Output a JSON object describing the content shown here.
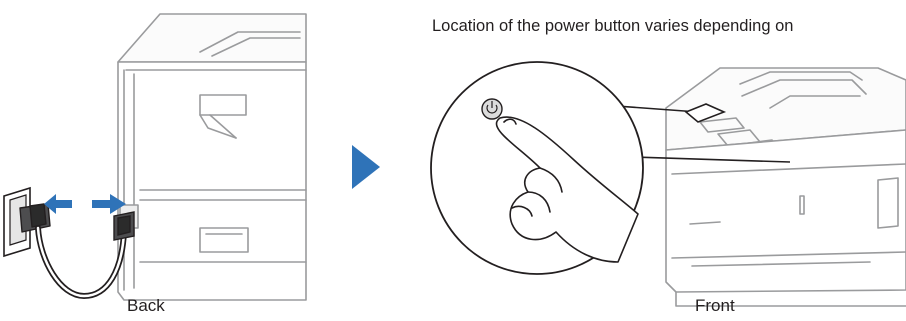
{
  "header_note": "Location of the power button varies depending on",
  "labels": {
    "back": "Back",
    "front": "Front"
  },
  "colors": {
    "arrow_blue": "#2f73b8",
    "line_gray": "#9a9b9d",
    "outline_dark": "#231f20"
  },
  "icons": {
    "step_arrow": "right-triangle-arrow",
    "power_symbol": "power-icon"
  }
}
